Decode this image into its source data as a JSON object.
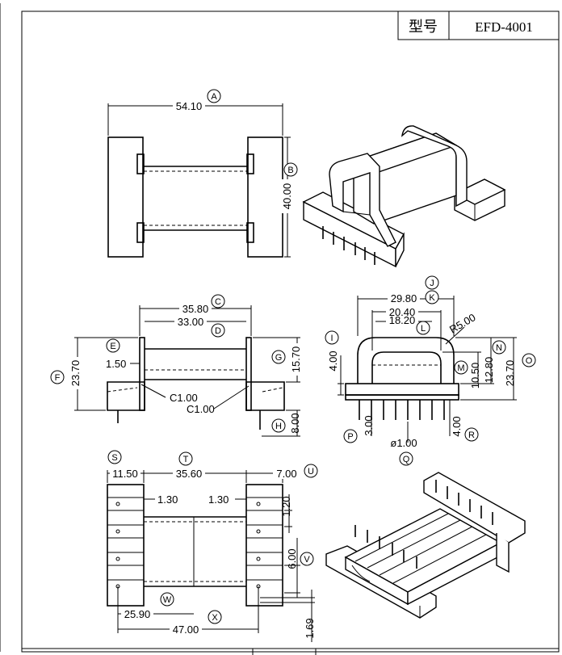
{
  "title_block": {
    "type_label": "型号",
    "model": "EFD-4001"
  },
  "top_view": {
    "A": {
      "letter": "A",
      "value": "54.10"
    },
    "B": {
      "letter": "B",
      "value": "40.00"
    }
  },
  "front_view": {
    "C": {
      "letter": "C",
      "value": "35.80"
    },
    "D": {
      "letter": "D",
      "value": "33.00"
    },
    "E": {
      "letter": "E",
      "value": "1.50"
    },
    "F": {
      "letter": "F",
      "value": "23.70"
    },
    "G": {
      "letter": "G",
      "value": "15.70"
    },
    "H": {
      "letter": "H",
      "value": "8.00"
    },
    "chamfer1": "C1.00",
    "chamfer2": "C1.00"
  },
  "side_view": {
    "J": {
      "letter": "J",
      "value": "29.80"
    },
    "K": {
      "letter": "K",
      "value": "20.40"
    },
    "L": {
      "letter": "L",
      "value": "18.20"
    },
    "radius": "R5.00",
    "I": {
      "letter": "I",
      "value": "4.00"
    },
    "N": {
      "letter": "N",
      "value": "12.80"
    },
    "M": {
      "letter": "M",
      "value": "10.50"
    },
    "O": {
      "letter": "O",
      "value": "23.70"
    },
    "P": {
      "letter": "P",
      "value": "3.00"
    },
    "Q": {
      "letter": "Q",
      "value": "ø1.00"
    },
    "R": {
      "letter": "R",
      "value": "4.00"
    }
  },
  "bottom_view": {
    "S": {
      "letter": "S",
      "value": "11.50"
    },
    "T": {
      "letter": "T",
      "value": "35.60"
    },
    "U": {
      "letter": "U",
      "value": "7.00"
    },
    "left_gap": "1.30",
    "right_gap": "1.30",
    "pitch": "1.20",
    "V": {
      "letter": "V",
      "value": "6.00"
    },
    "W": {
      "letter": "W",
      "value": "25.90"
    },
    "X": {
      "letter": "X",
      "value": "47.00"
    },
    "Y": {
      "value": "1.69"
    }
  }
}
